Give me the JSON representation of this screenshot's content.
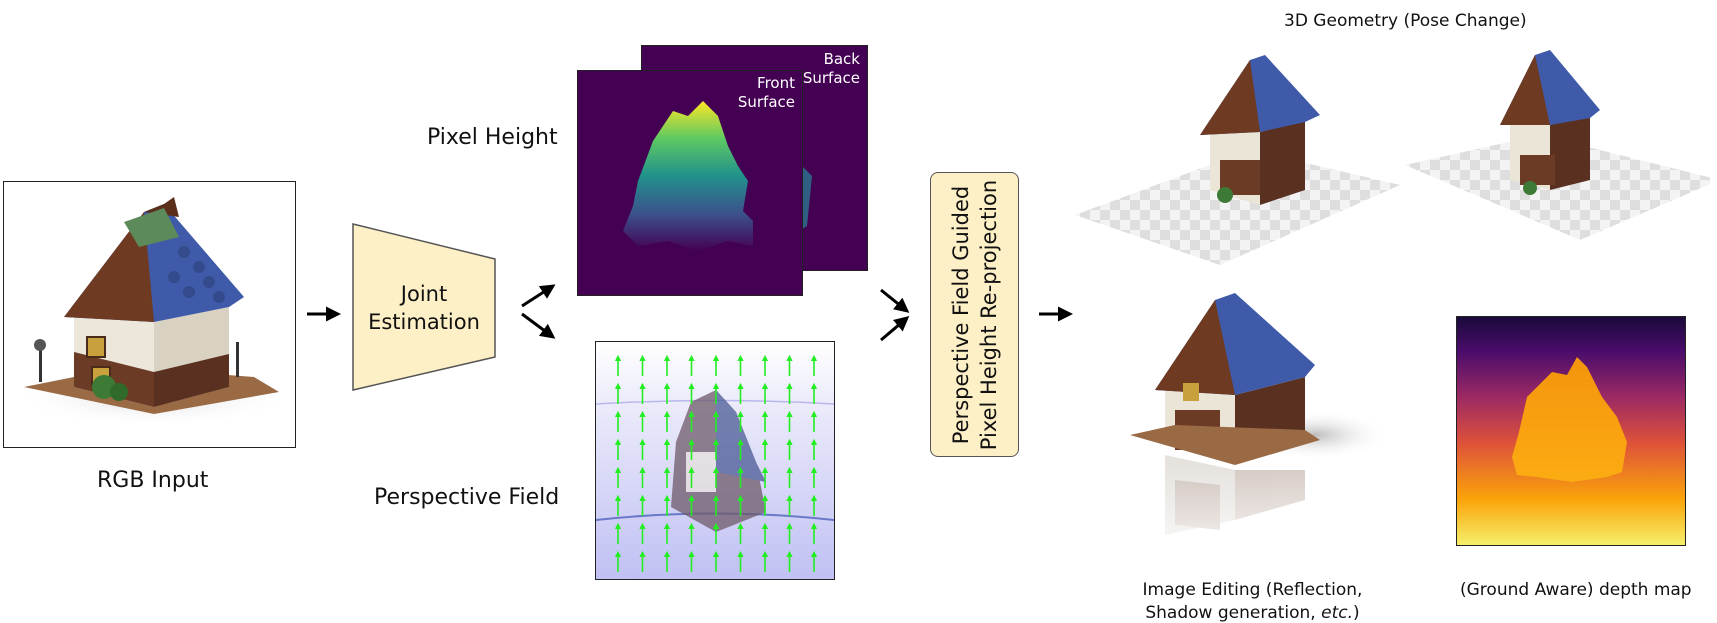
{
  "labels": {
    "rgb_input": "RGB Input",
    "joint_line1": "Joint",
    "joint_line2": "Estimation",
    "pixel_height": "Pixel Height",
    "perspective_field": "Perspective Field",
    "front_line1": "Front",
    "front_line2": "Surface",
    "back_line1": "Back",
    "back_line2": "Surface",
    "reproj_line1": "Perspective Field Guided",
    "reproj_line2": "Pixel Height Re-projection",
    "geometry": "3D Geometry (Pose Change)",
    "editing_line1": "Image Editing (Reflection,",
    "editing_line2_prefix": "Shadow generation, ",
    "editing_line2_italic": "etc.",
    "editing_line2_suffix": ")",
    "depth_map": "(Ground Aware) depth map"
  },
  "colors": {
    "box_fill": "#fdf0c6",
    "viridis_bg": "#440154",
    "arrow_green": "#22ee22",
    "field_tint": "#c9c9f7",
    "house_wall": "#f1ece0",
    "house_wood": "#6b3b26",
    "house_roof": "#3f5aa8"
  }
}
